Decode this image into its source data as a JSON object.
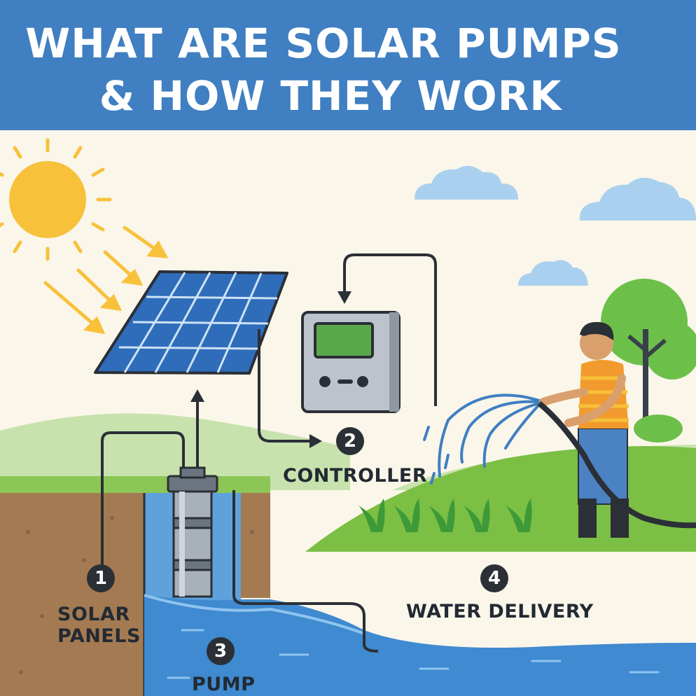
{
  "title": {
    "line1": "WHAT ARE SOLAR PUMPS",
    "line2": "& HOW THEY WORK"
  },
  "steps": [
    {
      "number": "1",
      "label_line1": "SOLAR",
      "label_line2": "PANELS"
    },
    {
      "number": "2",
      "label": "CONTROLLER"
    },
    {
      "number": "3",
      "label": "PUMP"
    },
    {
      "number": "4",
      "label": "WATER DELIVERY"
    }
  ],
  "colors": {
    "banner": "#3f7fc2",
    "sky": "#fbf6ea",
    "sun": "#f7c13a",
    "panel": "#2f6dbb",
    "soil": "#a47a52",
    "grass": "#7bbf45",
    "water": "#3f8ad0",
    "badge": "#2b2f36"
  }
}
